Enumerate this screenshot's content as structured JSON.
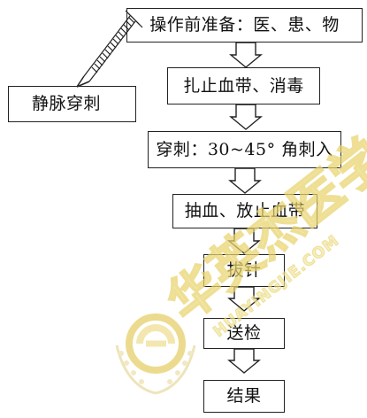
{
  "diagram": {
    "steps": [
      "操作前准备：医、患、物",
      "扎止血带、消毒",
      "穿刺：30~45° 角刺入",
      "抽血、放止血带",
      "拔针",
      "送检",
      "结果"
    ],
    "side_step": "静脉穿刺"
  },
  "watermark": {
    "text": "华英杰医学",
    "latin": "HUAYINGJIE.COM",
    "accent": "#f1e8a4",
    "outline": "#e8d36c"
  }
}
